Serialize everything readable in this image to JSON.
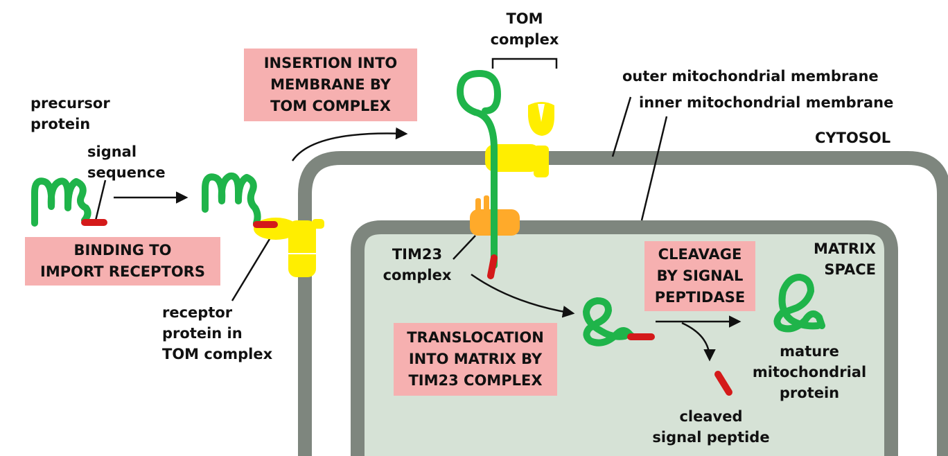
{
  "labels": {
    "tom_complex": [
      "TOM",
      "complex"
    ],
    "outer_membrane": "outer mitochondrial membrane",
    "inner_membrane": "inner mitochondrial membrane",
    "cytosol": "CYTOSOL",
    "precursor_protein": [
      "precursor",
      "protein"
    ],
    "signal_sequence": [
      "signal",
      "sequence"
    ],
    "receptor_protein": [
      "receptor",
      "protein in",
      "TOM complex"
    ],
    "tim23_complex": [
      "TIM23",
      "complex"
    ],
    "matrix_space": [
      "MATRIX",
      "SPACE"
    ],
    "mature_protein": [
      "mature",
      "mitochondrial",
      "protein"
    ],
    "cleaved_peptide": [
      "cleaved",
      "signal peptide"
    ]
  },
  "steps": {
    "binding": [
      "BINDING TO",
      "IMPORT RECEPTORS"
    ],
    "insertion": [
      "INSERTION INTO",
      "MEMBRANE BY",
      "TOM COMPLEX"
    ],
    "translocation": [
      "TRANSLOCATION",
      "INTO MATRIX BY",
      "TIM23 COMPLEX"
    ],
    "cleavage": [
      "CLEAVAGE",
      "BY SIGNAL",
      "PEPTIDASE"
    ]
  },
  "colors": {
    "protein": "#1fb44a",
    "signal_sequence": "#d41a1a",
    "tom_complex": "#ffee00",
    "tim23_complex": "#ffaa2a",
    "membrane": "#7e867e",
    "matrix": "#d6e2d6",
    "step_box": "#f6b0b0"
  }
}
